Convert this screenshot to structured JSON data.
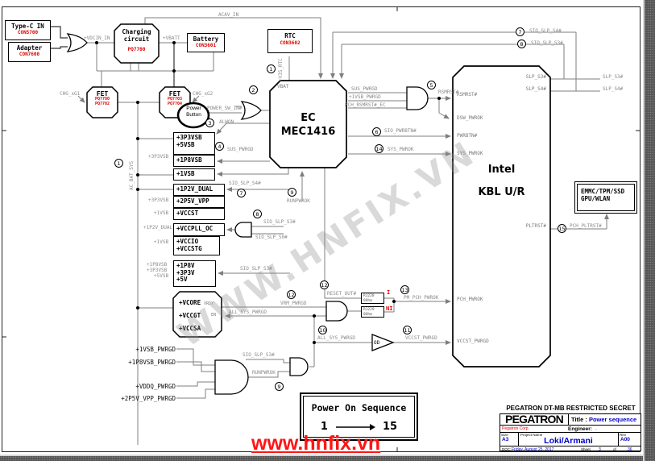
{
  "colors": {
    "part_red": "#e00000",
    "title_blue": "#0000cc",
    "wire_gray": "#7f7f7f"
  },
  "markers": {
    "1": "1",
    "2": "2",
    "3": "3",
    "4": "4",
    "5": "5",
    "6": "6",
    "7": "7",
    "8": "8",
    "9": "9",
    "10": "10",
    "11": "11",
    "12": "12",
    "13": "13",
    "14": "14",
    "15": "15"
  },
  "blocks": {
    "typec": {
      "name": "Type-C IN",
      "part": "CON5700"
    },
    "adapter": {
      "name": "Adapter",
      "part": "CON7600"
    },
    "charging": {
      "l1": "Charging",
      "l2": "circuit",
      "part": "PQ7700"
    },
    "battery": {
      "name": "Battery",
      "part": "CON3601"
    },
    "rtc": {
      "name": "RTC",
      "part": "CON3602"
    },
    "fet_left": {
      "name": "FET",
      "p1": "PQ7700",
      "p2": "PQ7702"
    },
    "fet_right": {
      "name": "FET",
      "p1": "PQ7703",
      "p2": "PQ7704"
    },
    "power_button": {
      "l1": "Power",
      "l2": "Button"
    },
    "ec": {
      "l1": "EC",
      "l2": "MEC1416",
      "pin_vbat": "VBAT"
    },
    "pch": {
      "l1": "Intel",
      "l2": "KBL U/R",
      "pin_rsmrst": "RSMRST#",
      "pin_dsw": "DSW_PWROK",
      "pin_pwrbtn": "PWRBTN#",
      "pin_syspwrok": "SYS_PWROK",
      "pin_pchpwrok": "PCH_PWROK",
      "pin_vccstpwrgd": "VCCST_PWRGD",
      "pin_slps3": "SLP_S3#",
      "pin_slps4": "SLP_S4#",
      "pin_pltrst": "PLTRST#"
    },
    "emmc": {
      "l1": "EMMC/TPM/SSD",
      "l2": "GPU/WLAN"
    },
    "vrm": {
      "l1": "+VCORE",
      "l2": "+VCCGT",
      "l3": "+VCCSA",
      "pin_vrdy": "VRDY",
      "pin_en": "EN"
    },
    "od_buffer": "OD",
    "r1228": {
      "name": "R1228",
      "value": "0Ohm",
      "stuff": "I"
    },
    "r1229": {
      "name": "R1229",
      "value": "0Ohm",
      "stuff": "NI"
    }
  },
  "rails": {
    "b1": "+3P3VSB\n+5VSB",
    "b2": "+1P8VSB",
    "b3": "+1VSB",
    "b4": "+1P2V_DUAL",
    "b5": "+2P5V_VPP",
    "b6": "+VCCST",
    "b7": "+VCCPLL_OC",
    "b8": "+VCCIO\n+VCCSTG",
    "b9": "+1P8V\n+3P3V\n+5V"
  },
  "nets": {
    "acav": "ACAV_IN",
    "vdcin": "+VDCIN_IN",
    "vbatt": "+VBATT",
    "chg1": "CHG_xG1",
    "chg2": "CHG_xG2",
    "ac_bat_sys": "AC_BAT_SYS",
    "v3s_rtc": "+V3S_RTC",
    "power_sw": "POWER_SW_IN#",
    "alwon": "ALWON",
    "sus_pwrgd": "SUS_PWRGD",
    "sio_slp_s4": "SIO_SLP_S4#",
    "sio_slp_s3": "SIO_SLP_S3#",
    "sio_slp_s0": "SIO_SLP_S0#",
    "in_3p3vsb": "+3P3VSB",
    "in_1vsb": "+1VSB",
    "in_1p2v_dual": "+1P2V_DUAL",
    "in_1p8vsb": "+1P8VSB",
    "in_5vsb": "+5VSB",
    "p1vsb_pwrgd": "+1VSB_PWRGD",
    "pch_rsmrst_ec": "PCH_RSMRST#_EC",
    "rsmrst": "RSMRST#",
    "sio_pwrbtn": "SIO_PWRBTN#",
    "sys_pwrok": "SYS_PWROK",
    "runpwrok": "RUNPWROK",
    "reset_out": "RESET_OUT#",
    "vrm_pwrgd": "VRM_PWRGD",
    "all_sys_pwrgd": "ALL_SYS_PWRGD",
    "pm_pch_pwrok": "PM_PCH_PWROK",
    "vccst_pwrgd": "VCCST_PWRGD",
    "pch_pltrst": "PCH_PLTRST#",
    "slp_s3": "SLP_S3#",
    "slp_s4": "SLP_S4#",
    "p1p8vsb_pwrgd": "+1P8VSB_PWRGD",
    "vddq_pwrgd": "+VDDQ_PWRGD",
    "p2p5v_vpp_pwrgd": "+2P5V_VPP_PWRGD"
  },
  "sequence_box": {
    "title": "Power On Sequence",
    "from": "1",
    "to": "15"
  },
  "watermark": {
    "diagonal": "WWW.HNFIX.VN",
    "bottom": "www.hnfix.vn"
  },
  "title_block": {
    "restricted": "PEGATRON DT-MB RESTRICTED SECRET",
    "logo": "PEGATRON",
    "title_label": "Title :",
    "title_value": "Power sequence",
    "corp": "Pegatron Corp.",
    "engineer_label": "Engineer:",
    "engineer_value": ".",
    "size_label": "Size",
    "size_value": "A3",
    "project_label": "Project Name",
    "project_value": "Loki/Armani",
    "rev_label": "Rev",
    "rev_value": "A00",
    "doc_label": "DOC:",
    "date": "Friday, August 25, 2017",
    "sheet_label": "Sheet",
    "sheet_value": "3",
    "of_label": "of",
    "pages": "36"
  }
}
